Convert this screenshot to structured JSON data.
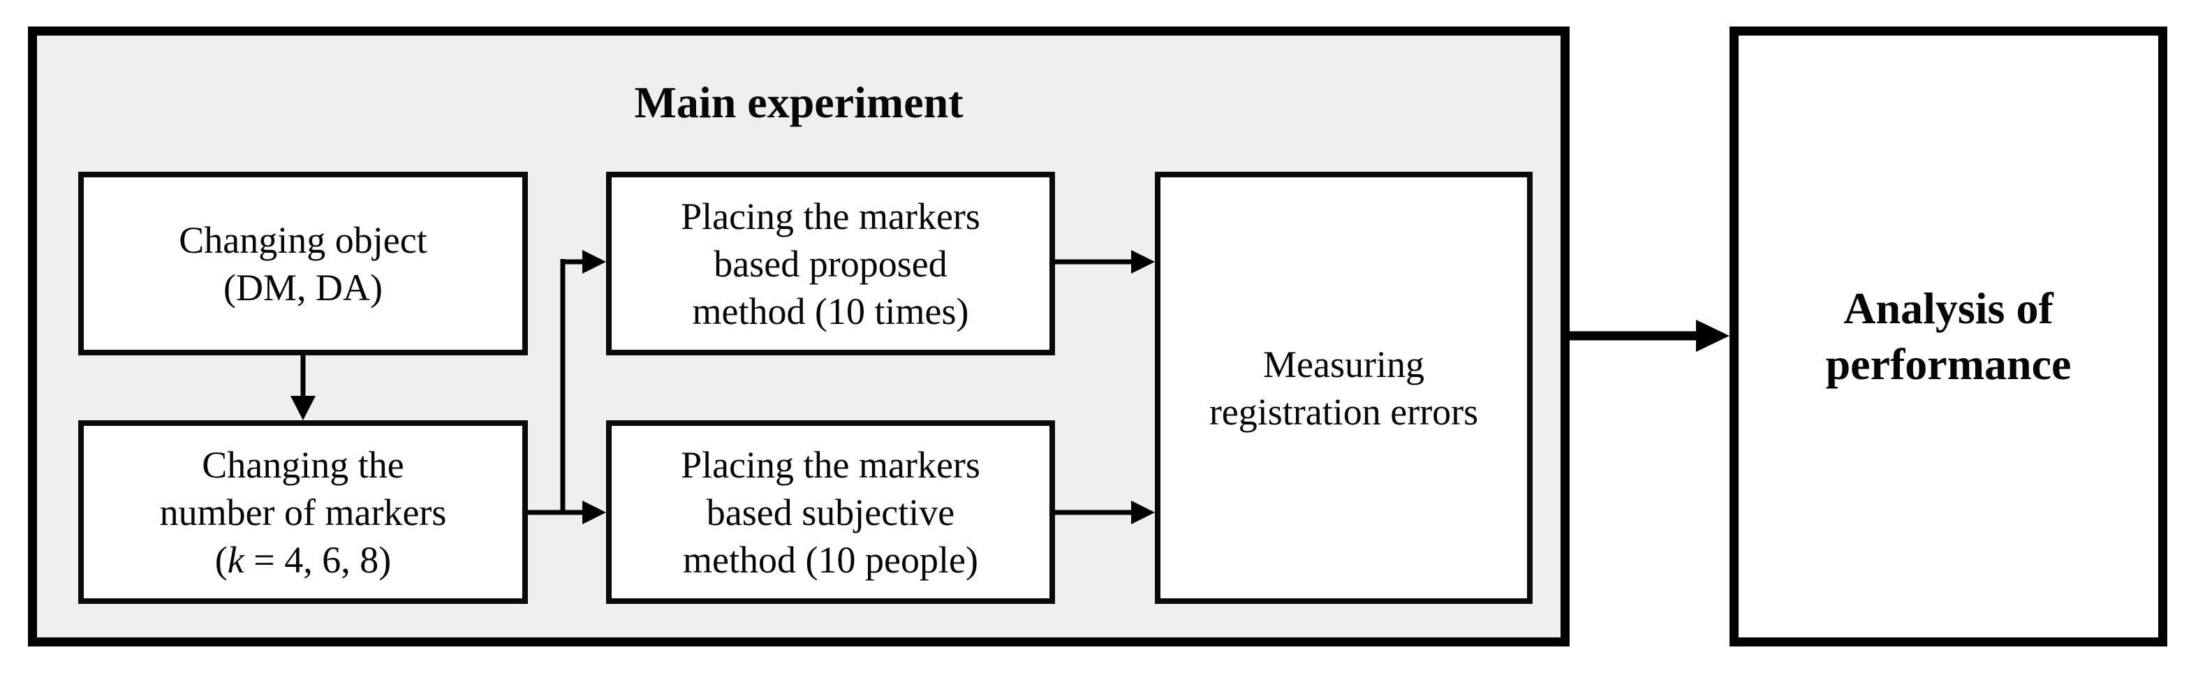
{
  "colors": {
    "panel_fill": "#efefef",
    "node_fill": "#ffffff",
    "line_color": "#000000"
  },
  "main_panel": {
    "title": "Main experiment",
    "boxes": {
      "changing_object": {
        "line1": "Changing object",
        "line2": "(DM, DA)"
      },
      "changing_markers": {
        "line1": "Changing the",
        "line2": "number of markers",
        "line3_open": "(",
        "line3_var": "k",
        "line3_rest": " = 4, 6, 8)"
      },
      "proposed": {
        "line1": "Placing the markers",
        "line2": "based proposed",
        "line3": "method (10 times)"
      },
      "subjective": {
        "line1": "Placing the markers",
        "line2": "based subjective",
        "line3": "method (10 people)"
      },
      "measuring": {
        "line1": "Measuring",
        "line2": "registration errors"
      }
    }
  },
  "analysis_panel": {
    "line1": "Analysis of",
    "line2": "performance"
  }
}
